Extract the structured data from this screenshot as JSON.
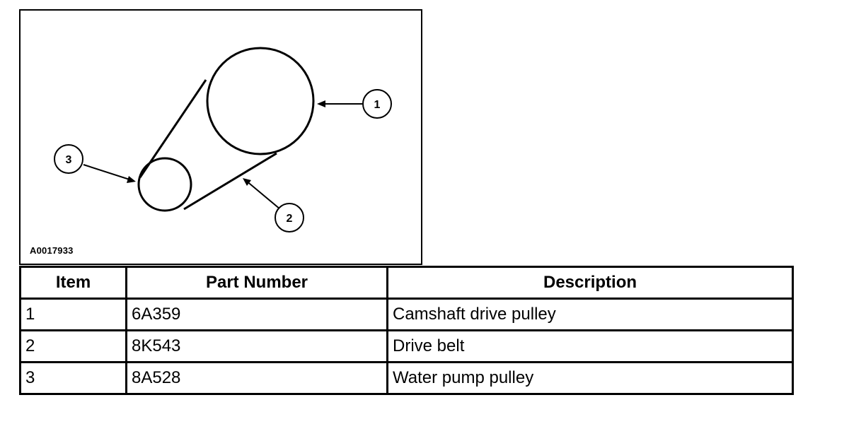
{
  "figure": {
    "id": "A0017933",
    "callouts": [
      "1",
      "2",
      "3"
    ]
  },
  "table": {
    "headers": {
      "item": "Item",
      "part_number": "Part Number",
      "description": "Description"
    },
    "rows": [
      {
        "item": "1",
        "part_number": "6A359",
        "description": "Camshaft drive pulley"
      },
      {
        "item": "2",
        "part_number": "8K543",
        "description": "Drive belt"
      },
      {
        "item": "3",
        "part_number": "8A528",
        "description": "Water pump pulley"
      }
    ]
  }
}
